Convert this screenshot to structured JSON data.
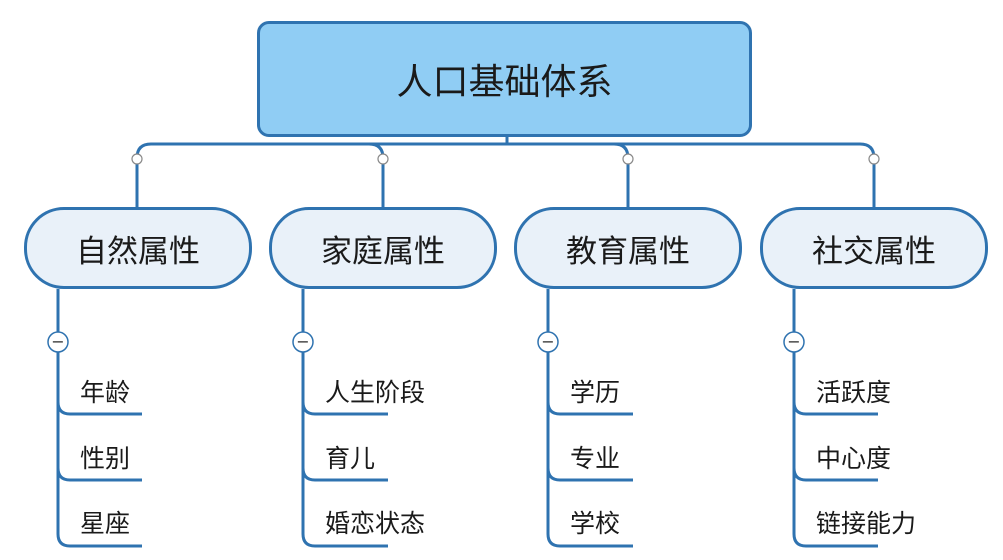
{
  "root": {
    "label": "人口基础体系"
  },
  "categories": [
    {
      "label": "自然属性",
      "collapse_symbol": "−",
      "items": [
        "年龄",
        "性别",
        "星座"
      ]
    },
    {
      "label": "家庭属性",
      "collapse_symbol": "−",
      "items": [
        "人生阶段",
        "育儿",
        "婚恋状态"
      ]
    },
    {
      "label": "教育属性",
      "collapse_symbol": "−",
      "items": [
        "学历",
        "专业",
        "学校"
      ]
    },
    {
      "label": "社交属性",
      "collapse_symbol": "−",
      "items": [
        "活跃度",
        "中心度",
        "链接能力"
      ]
    }
  ],
  "colors": {
    "line": "#2f73b0",
    "root_fill": "#90cdf4",
    "node_fill": "#e9f1f9"
  }
}
